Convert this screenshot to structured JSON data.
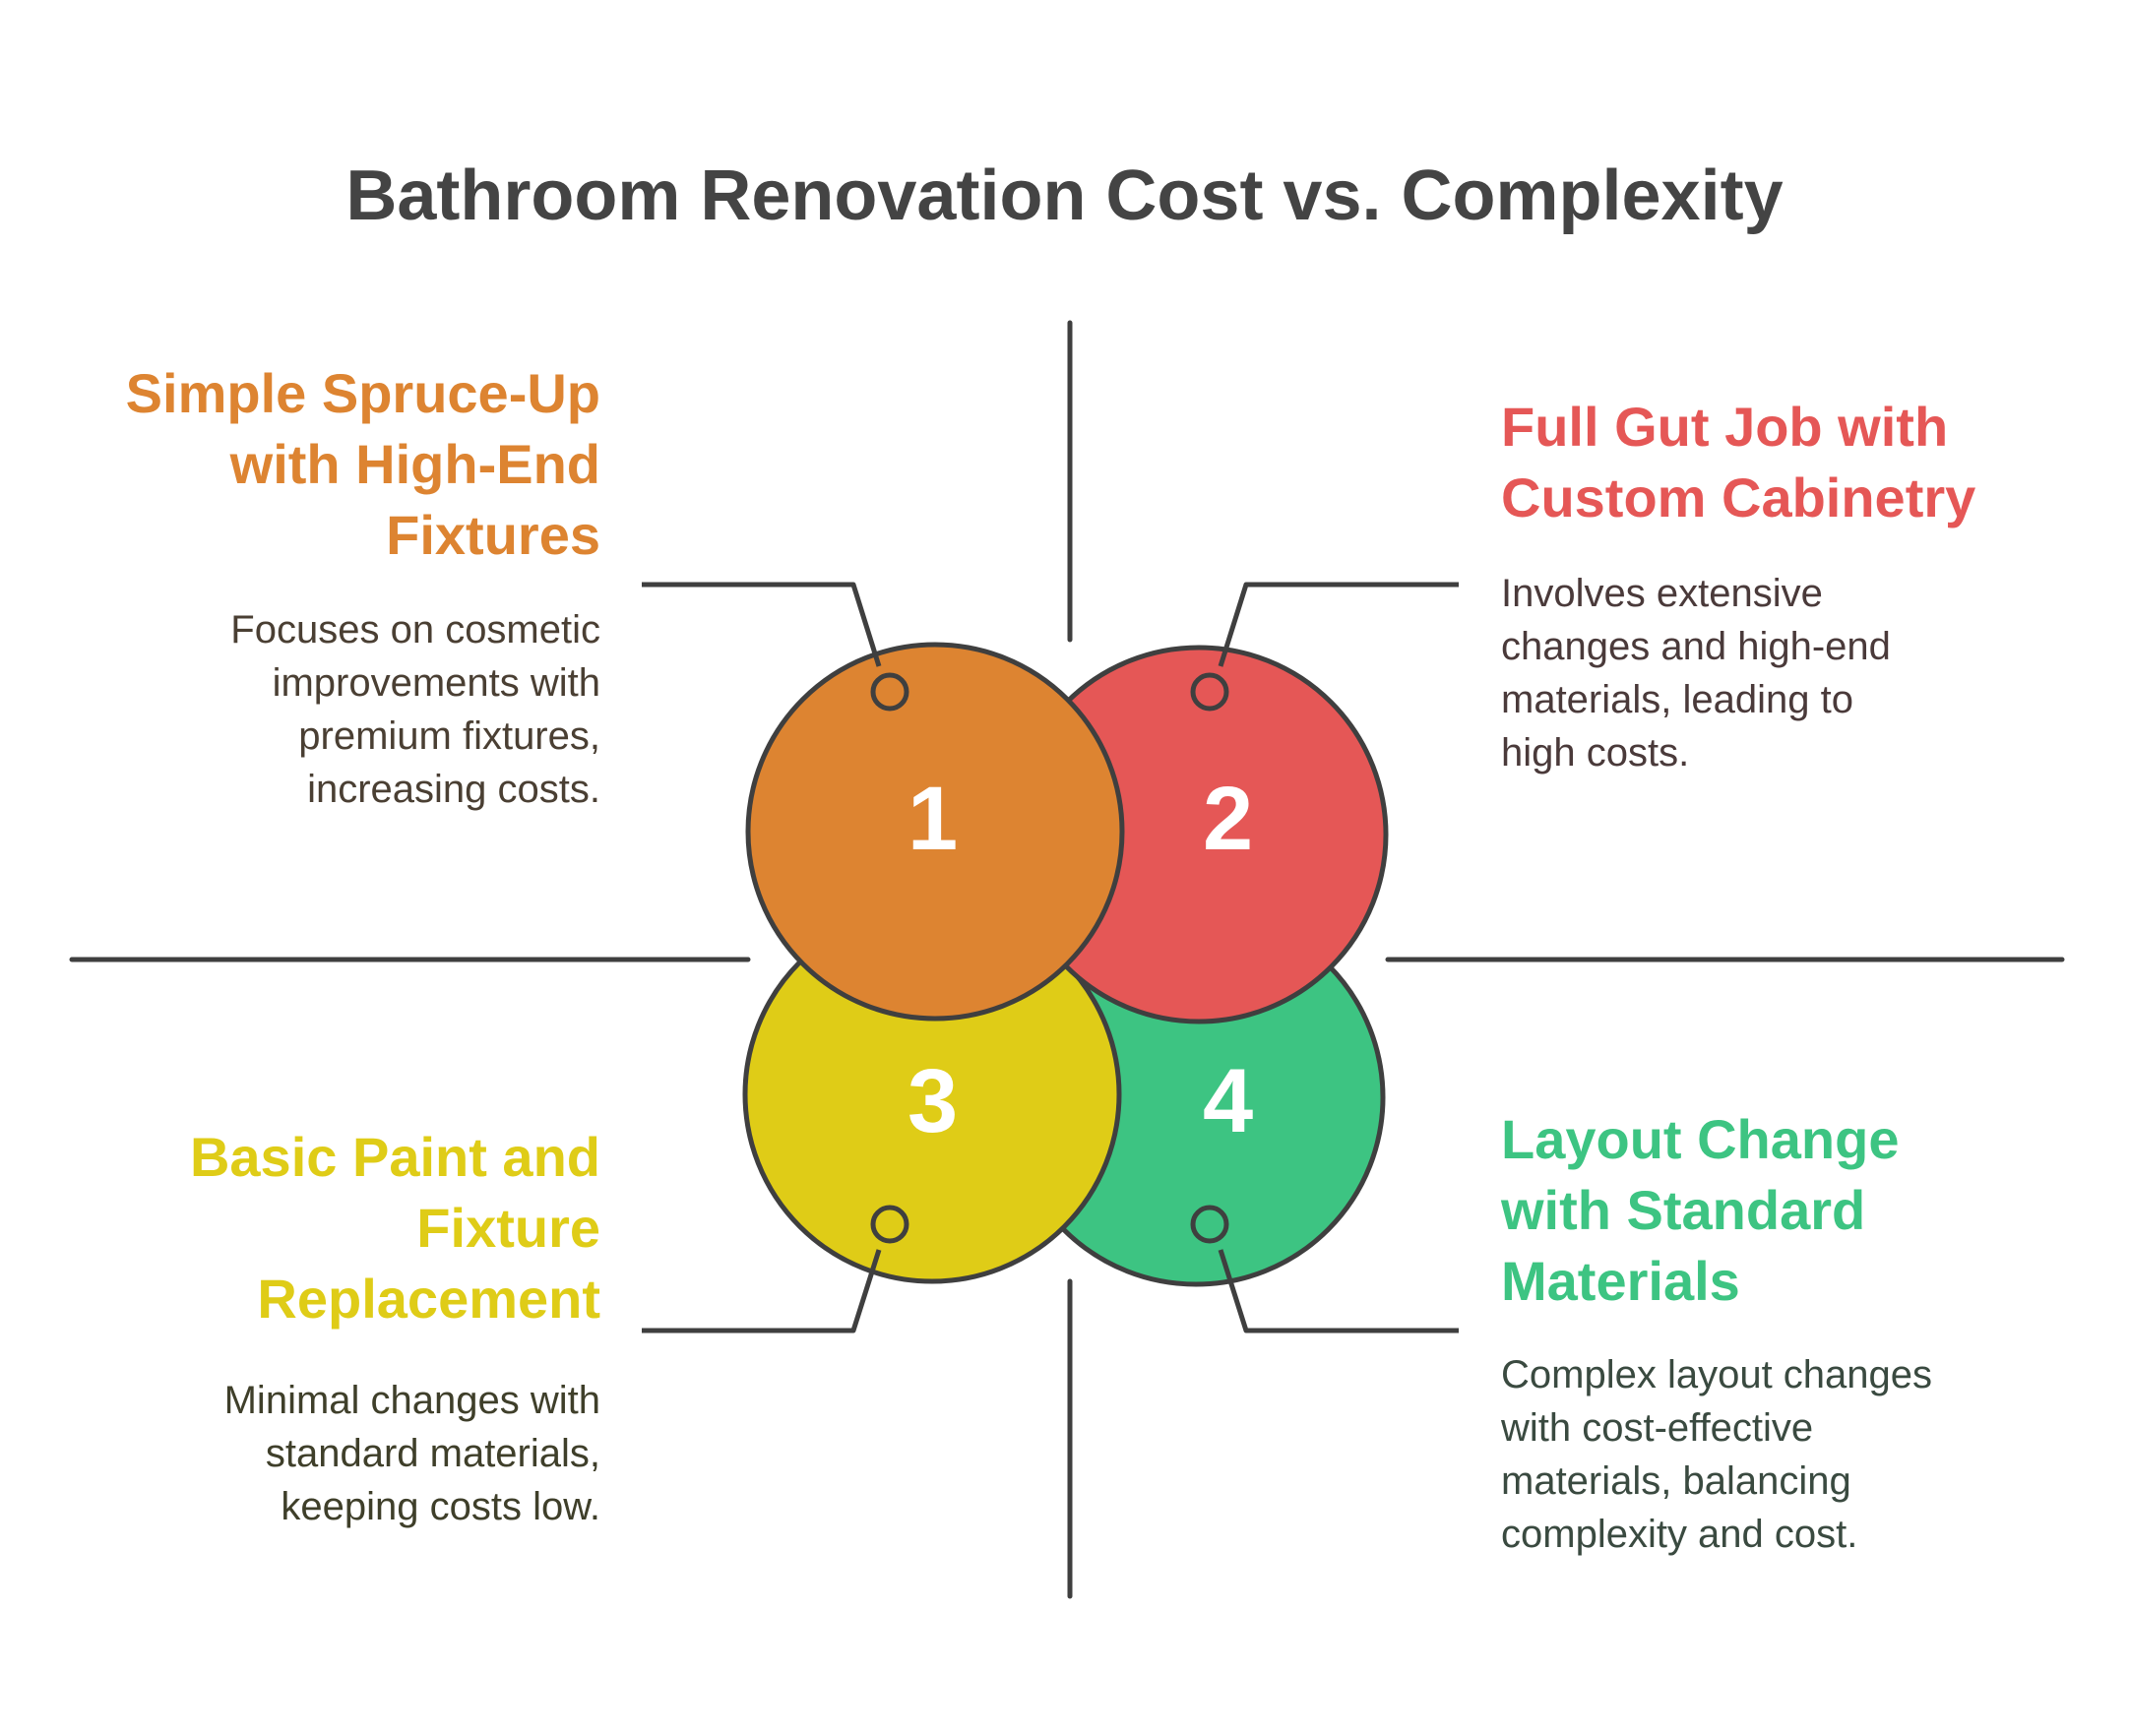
{
  "title": "Bathroom Renovation Cost vs. Complexity",
  "colors": {
    "orange": "#DD8431",
    "red": "#E55756",
    "yellow": "#DFCC17",
    "green": "#3DC482",
    "text_dark": "#4A4A4A",
    "outline": "#3F3F3F"
  },
  "quadrants": [
    {
      "number": "1",
      "heading": "Simple Spruce-Up with High-End Fixtures",
      "heading_lines": [
        "Simple Spruce-Up",
        "with High-End",
        "Fixtures"
      ],
      "description_lines": [
        "Focuses on cosmetic",
        "improvements with",
        "premium fixtures,",
        "increasing costs."
      ],
      "color": "#DD8431"
    },
    {
      "number": "2",
      "heading": "Full Gut Job with Custom Cabinetry",
      "heading_lines": [
        "Full Gut Job with",
        "Custom Cabinetry"
      ],
      "description_lines": [
        "Involves extensive",
        "changes and high-end",
        "materials, leading to",
        "high costs."
      ],
      "color": "#E55756"
    },
    {
      "number": "3",
      "heading": "Basic Paint and Fixture Replacement",
      "heading_lines": [
        "Basic Paint and",
        "Fixture",
        "Replacement"
      ],
      "description_lines": [
        "Minimal changes with",
        "standard materials,",
        "keeping costs low."
      ],
      "color": "#DFCC17"
    },
    {
      "number": "4",
      "heading": "Layout Change with Standard Materials",
      "heading_lines": [
        "Layout Change",
        "with Standard",
        "Materials"
      ],
      "description_lines": [
        "Complex layout changes",
        "with cost-effective",
        "materials, balancing",
        "complexity and cost."
      ],
      "color": "#3DC482"
    }
  ]
}
